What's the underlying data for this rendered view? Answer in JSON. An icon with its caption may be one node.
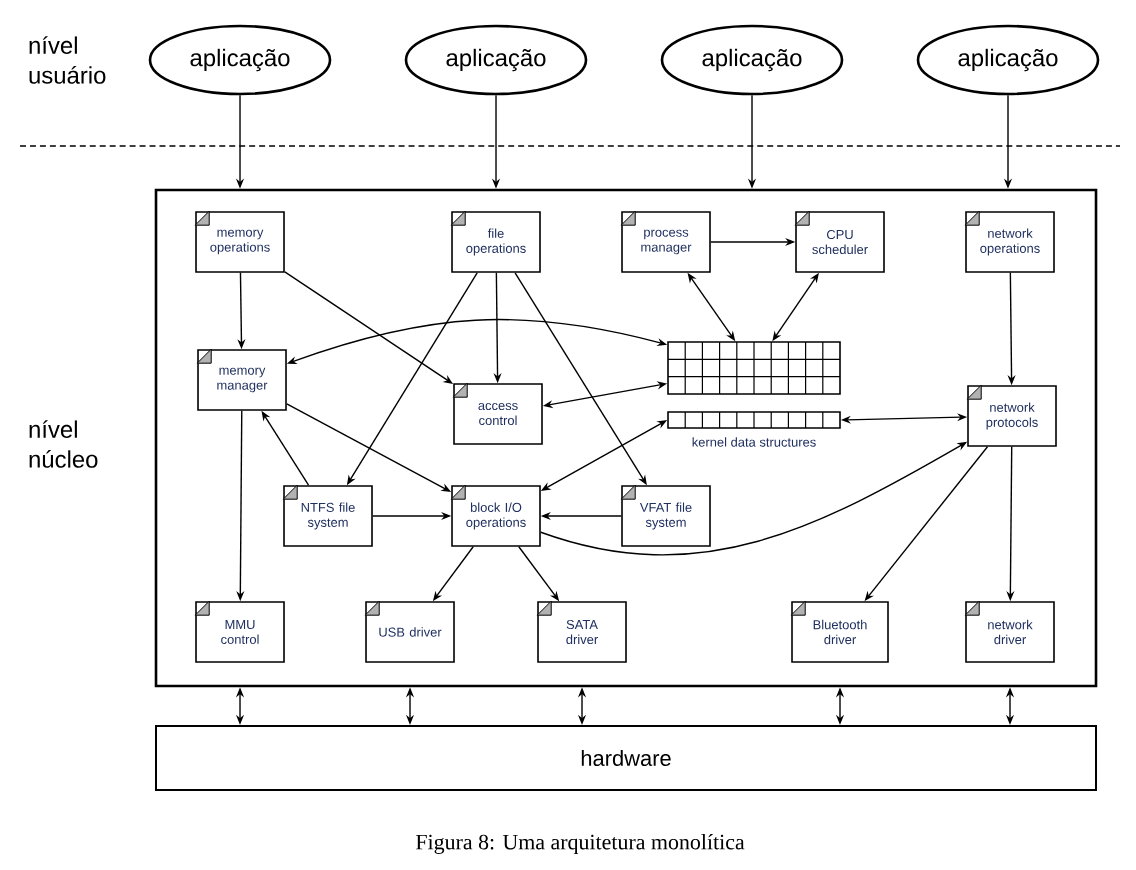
{
  "diagram": {
    "caption": "Figura 8: Uma arquitetura monolítica",
    "nodes": [
      {
        "text": [
          "aplicação"
        ]
      },
      {
        "text": [
          "aplicação"
        ]
      },
      {
        "text": [
          "aplicação"
        ]
      },
      {
        "text": [
          "aplicação"
        ]
      },
      {
        "text": [],
        "shape": "box"
      },
      {
        "text": [
          "memory operations"
        ],
        "in": 4
      },
      {
        "text": [
          "file operations"
        ],
        "in": 4
      },
      {
        "text": [
          "process manager"
        ],
        "in": 4
      },
      {
        "text": [
          "CPU scheduler"
        ],
        "in": 4
      },
      {
        "text": [
          "network operations"
        ],
        "in": 4
      },
      {
        "text": [
          "memory manager"
        ],
        "in": 4
      },
      {
        "text": [
          "access control"
        ],
        "in": 4
      },
      {
        "text": [],
        "shape": "table",
        "in": 4
      },
      {
        "text": [],
        "shape": "table",
        "in": 4,
        "beside": [
          "kernel data structures"
        ]
      },
      {
        "text": [
          "network protocols"
        ],
        "in": 4
      },
      {
        "text": [
          "NTFS file system"
        ],
        "in": 4
      },
      {
        "text": [
          "block I/O operations"
        ],
        "in": 4
      },
      {
        "text": [
          "VFAT file system"
        ],
        "in": 4
      },
      {
        "text": [
          "MMU control"
        ],
        "in": 4
      },
      {
        "text": [
          "USB driver"
        ],
        "in": 4
      },
      {
        "text": [
          "SATA driver"
        ],
        "in": 4
      },
      {
        "text": [
          "Bluetooth driver"
        ],
        "in": 4
      },
      {
        "text": [
          "network driver"
        ],
        "in": 4
      },
      {
        "text": [
          "hardware"
        ]
      }
    ],
    "edges": [
      {
        "from": 0,
        "to": 4,
        "arrow": "to"
      },
      {
        "from": 1,
        "to": 4,
        "arrow": "to"
      },
      {
        "from": 2,
        "to": 4,
        "arrow": "to"
      },
      {
        "from": 3,
        "to": 4,
        "arrow": "to"
      },
      {
        "from": 5,
        "to": 10,
        "arrow": "to"
      },
      {
        "from": 5,
        "to": 11,
        "arrow": "to"
      },
      {
        "from": 6,
        "to": 11,
        "arrow": "to"
      },
      {
        "from": 6,
        "to": 15,
        "arrow": "to"
      },
      {
        "from": 6,
        "to": 17,
        "arrow": "to"
      },
      {
        "from": 7,
        "to": 8,
        "arrow": "to"
      },
      {
        "from": 7,
        "to": 12,
        "arrow": "both"
      },
      {
        "from": 8,
        "to": 12,
        "arrow": "both"
      },
      {
        "from": 9,
        "to": 14,
        "arrow": "to"
      },
      {
        "from": 12,
        "to": 10,
        "arrow": "both"
      },
      {
        "from": 12,
        "to": 11,
        "arrow": "both"
      },
      {
        "from": 13,
        "to": 16,
        "arrow": "both"
      },
      {
        "from": 13,
        "to": 14,
        "arrow": "both"
      },
      {
        "from": 10,
        "to": 18,
        "arrow": "to"
      },
      {
        "from": 15,
        "to": 10,
        "arrow": "to"
      },
      {
        "from": 10,
        "to": 16,
        "arrow": "to"
      },
      {
        "from": 15,
        "to": 16,
        "arrow": "to"
      },
      {
        "from": 17,
        "to": 16,
        "arrow": "to"
      },
      {
        "from": 16,
        "to": 19,
        "arrow": "to"
      },
      {
        "from": 16,
        "to": 20,
        "arrow": "to"
      },
      {
        "from": 16,
        "to": 14,
        "arrow": "to"
      },
      {
        "from": 14,
        "to": 21,
        "arrow": "to"
      },
      {
        "from": 14,
        "to": 22,
        "arrow": "to"
      },
      {
        "from": 4,
        "to": 23,
        "arrow": "both"
      },
      {
        "from": 4,
        "to": 23,
        "arrow": "both"
      },
      {
        "from": 4,
        "to": 23,
        "arrow": "both"
      },
      {
        "from": 4,
        "to": 23,
        "arrow": "both"
      },
      {
        "from": 4,
        "to": 23,
        "arrow": "both"
      }
    ],
    "labels": [
      "nível usuário",
      "nível núcleo"
    ]
  }
}
